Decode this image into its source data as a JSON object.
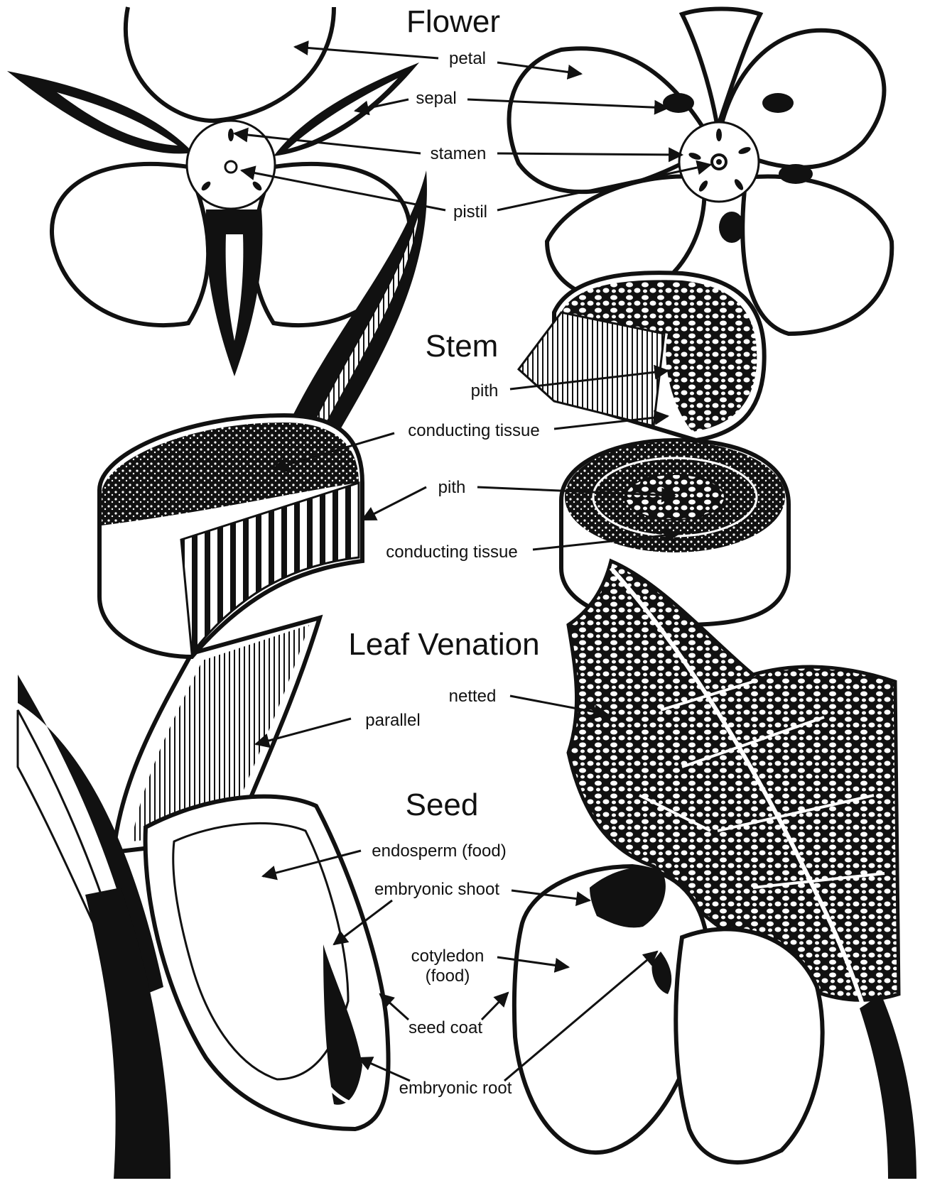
{
  "sections": {
    "flower": "Flower",
    "stem": "Stem",
    "leaf": "Leaf Venation",
    "seed": "Seed"
  },
  "labels": {
    "petal": "petal",
    "sepal": "sepal",
    "stamen": "stamen",
    "pistil": "pistil",
    "stem_pith_right": "pith",
    "stem_conducting_upper": "conducting tissue",
    "stem_pith_middle": "pith",
    "stem_conducting_lower": "conducting tissue",
    "netted": "netted",
    "parallel": "parallel",
    "endosperm": "endosperm (food)",
    "embryonic_shoot": "embryonic shoot",
    "cotyledon_line1": "cotyledon",
    "cotyledon_line2": "(food)",
    "seed_coat": "seed coat",
    "embryonic_root": "embryonic root"
  }
}
